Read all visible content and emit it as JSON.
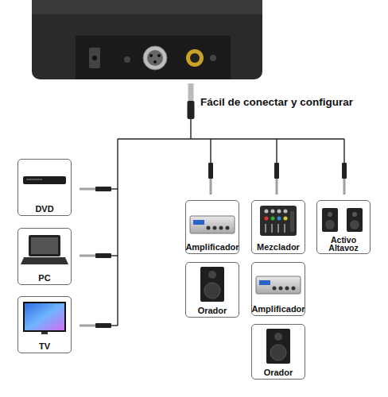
{
  "diagram": {
    "nodes": [
      {
        "text": [
          "DVD"
        ]
      },
      {
        "text": [
          "PC"
        ]
      },
      {
        "text": [
          "TV"
        ]
      },
      {
        "text": [
          "Amplificador"
        ]
      },
      {
        "text": [
          "Mezclador"
        ]
      },
      {
        "text": [
          "Activo Altavoz"
        ]
      },
      {
        "text": [
          "Orador"
        ]
      },
      {
        "text": [
          "Amplificador"
        ]
      },
      {
        "text": [
          "Orador"
        ]
      }
    ],
    "labels": [
      "Fácil de conectar y configurar"
    ]
  }
}
